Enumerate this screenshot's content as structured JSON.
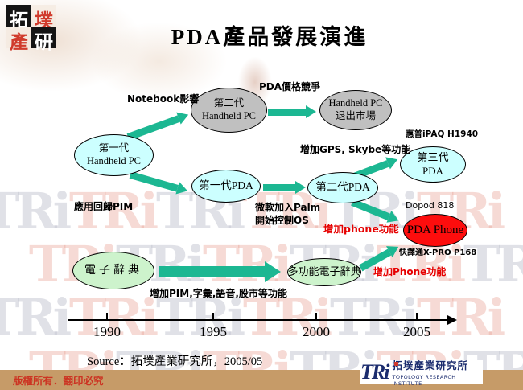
{
  "page": {
    "title": "PDA產品發展演進"
  },
  "logo": {
    "chars": [
      "拓",
      "墣",
      "產",
      "研"
    ]
  },
  "watermark": {
    "text": "TRi"
  },
  "diagram": {
    "nodes": {
      "gen2_hpc": {
        "label": "第二代\nHandheld PC"
      },
      "hpc_exit": {
        "label": "Handheld PC\n退出市場"
      },
      "gen1_hpc": {
        "label": "第一代\nHandheld PC"
      },
      "gen1_pda": {
        "label": "第一代PDA"
      },
      "gen2_pda": {
        "label": "第二代PDA"
      },
      "gen3_pda": {
        "label": "第三代\nPDA"
      },
      "pda_phone": {
        "label": "PDA Phone"
      },
      "e_dict": {
        "label": "電子辭典"
      },
      "multi_dict": {
        "label": "多功能電子辭典"
      }
    },
    "labels": {
      "notebook": "Notebook影響",
      "price_war": "PDA價格競爭",
      "hp_ipaq": "惠普iPAQ H1940",
      "gps_skype": "增加GPS, Skybe等功能",
      "ms_palm": "微軟加入Palm\n開始控制OS",
      "pim_return": "應用回歸PIM",
      "add_phone_os": "增加phone功能",
      "dopod": "Dopod 818",
      "xpro": "快譯通X-PRO P168",
      "add_phone_dict": "增加Phone功能",
      "add_pim": "增加PIM,字彙,語音,股市等功能"
    }
  },
  "timeline": {
    "years": [
      "1990",
      "1995",
      "2000",
      "2005"
    ]
  },
  "source": "Source：拓墣產業研究所，2005/05",
  "footer": {
    "copyright": "版權所有．翻印必究",
    "logo_text": "TRi",
    "org_zh": "拓墣產業研究所",
    "org_en": "TOPOLOGY RESEARCH INSTITUTE"
  },
  "colors": {
    "arrow_green": "#1cb792",
    "node_gray": "#c0c0c0",
    "node_cyan": "#ccffff",
    "node_green": "#cdf3cc",
    "node_red": "#fd0d0d",
    "highlight_red": "#e60000",
    "footer_bar": "#c69b68",
    "footer_text": "#cc3322",
    "logo_navy": "#1b2c6e",
    "logo_red": "#d03a2b"
  }
}
